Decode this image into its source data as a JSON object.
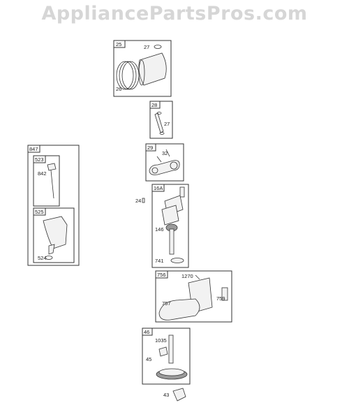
{
  "watermark": "AppliancePartsPros.com",
  "groups": {
    "g25": {
      "id": "25",
      "labels": {
        "a": "27",
        "b": "26"
      }
    },
    "g28": {
      "id": "28",
      "labels": {
        "a": "27"
      }
    },
    "g29": {
      "id": "29",
      "labels": {
        "a": "32"
      }
    },
    "g16a": {
      "id": "16A",
      "labels": {
        "a": "146",
        "b": "741"
      }
    },
    "g756": {
      "id": "756",
      "labels": {
        "a": "1270",
        "b": "757",
        "c": "759"
      }
    },
    "g46": {
      "id": "46",
      "labels": {
        "a": "1035",
        "b": "45"
      }
    },
    "g847": {
      "id": "847"
    },
    "g523": {
      "id": "523",
      "labels": {
        "a": "842"
      }
    },
    "g525": {
      "id": "525",
      "labels": {
        "a": "524"
      }
    }
  },
  "loose_labels": {
    "l24": "24",
    "l43": "43"
  }
}
